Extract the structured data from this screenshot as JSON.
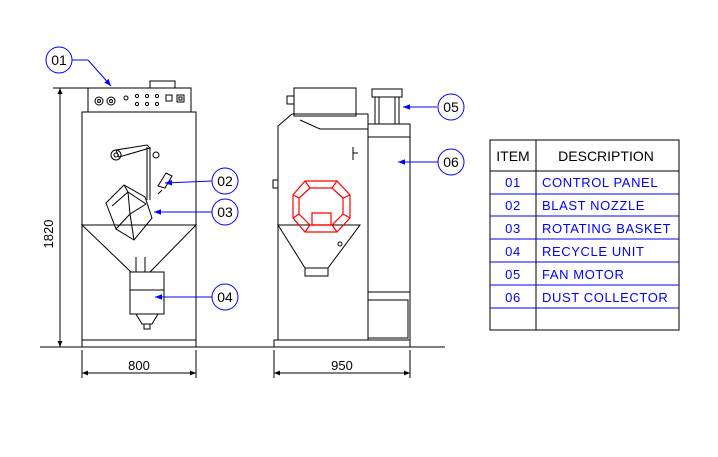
{
  "dimensions": {
    "height_label": "1820",
    "front_width_label": "800",
    "side_width_label": "950"
  },
  "callouts": [
    "01",
    "02",
    "03",
    "04",
    "05",
    "06"
  ],
  "table": {
    "headers": {
      "item": "ITEM",
      "description": "DESCRIPTION"
    },
    "rows": [
      {
        "item": "01",
        "description": "CONTROL PANEL"
      },
      {
        "item": "02",
        "description": "BLAST NOZZLE"
      },
      {
        "item": "03",
        "description": "ROTATING BASKET"
      },
      {
        "item": "04",
        "description": "RECYCLE UNIT"
      },
      {
        "item": "05",
        "description": "FAN MOTOR"
      },
      {
        "item": "06",
        "description": "DUST COLLECTOR"
      }
    ]
  },
  "colors": {
    "leader": "#0000ff",
    "basket_side_view": "#ff0000",
    "outline": "#000000"
  }
}
